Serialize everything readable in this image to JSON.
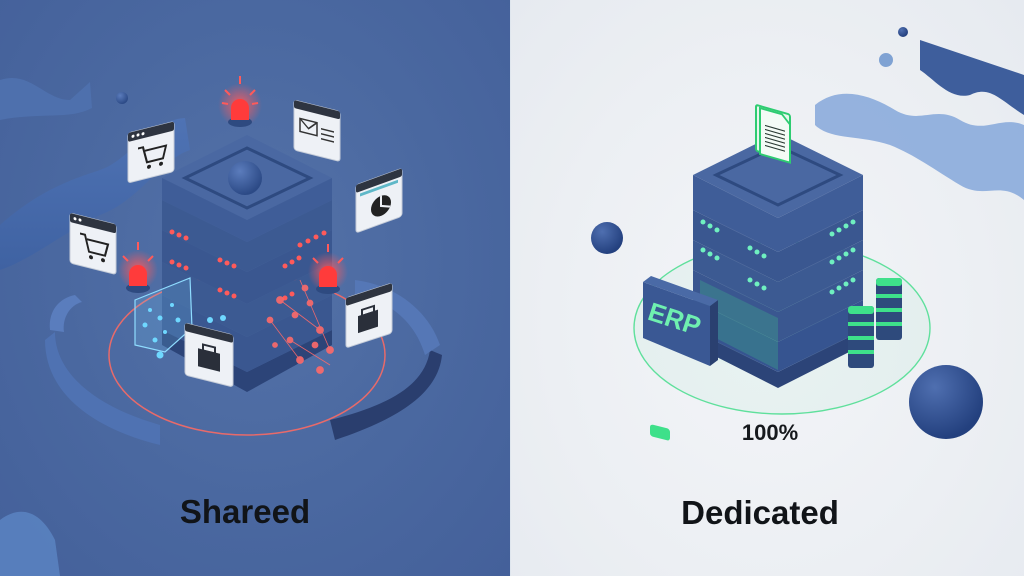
{
  "left_panel": {
    "label": "Shareed",
    "theme": "shared",
    "background": "#4a68a0",
    "accent_color": "#ff4a4a",
    "alert_lights": 3,
    "app_windows": [
      "shopping-cart",
      "email",
      "shopping-cart",
      "pie-chart",
      "toolbox",
      "toolbox"
    ]
  },
  "right_panel": {
    "label": "Dedicated",
    "theme": "dedicated",
    "background": "#eceff3",
    "accent_color": "#3ee08a",
    "badge_text": "ERP",
    "usage_text": "100%",
    "document_icon": "document"
  },
  "colors": {
    "server_body": "#3c5a92",
    "server_dark": "#2c4478",
    "alert_red": "#ff4a4a",
    "data_cyan": "#5fd0ff",
    "dedicated_green": "#3ee08a"
  }
}
